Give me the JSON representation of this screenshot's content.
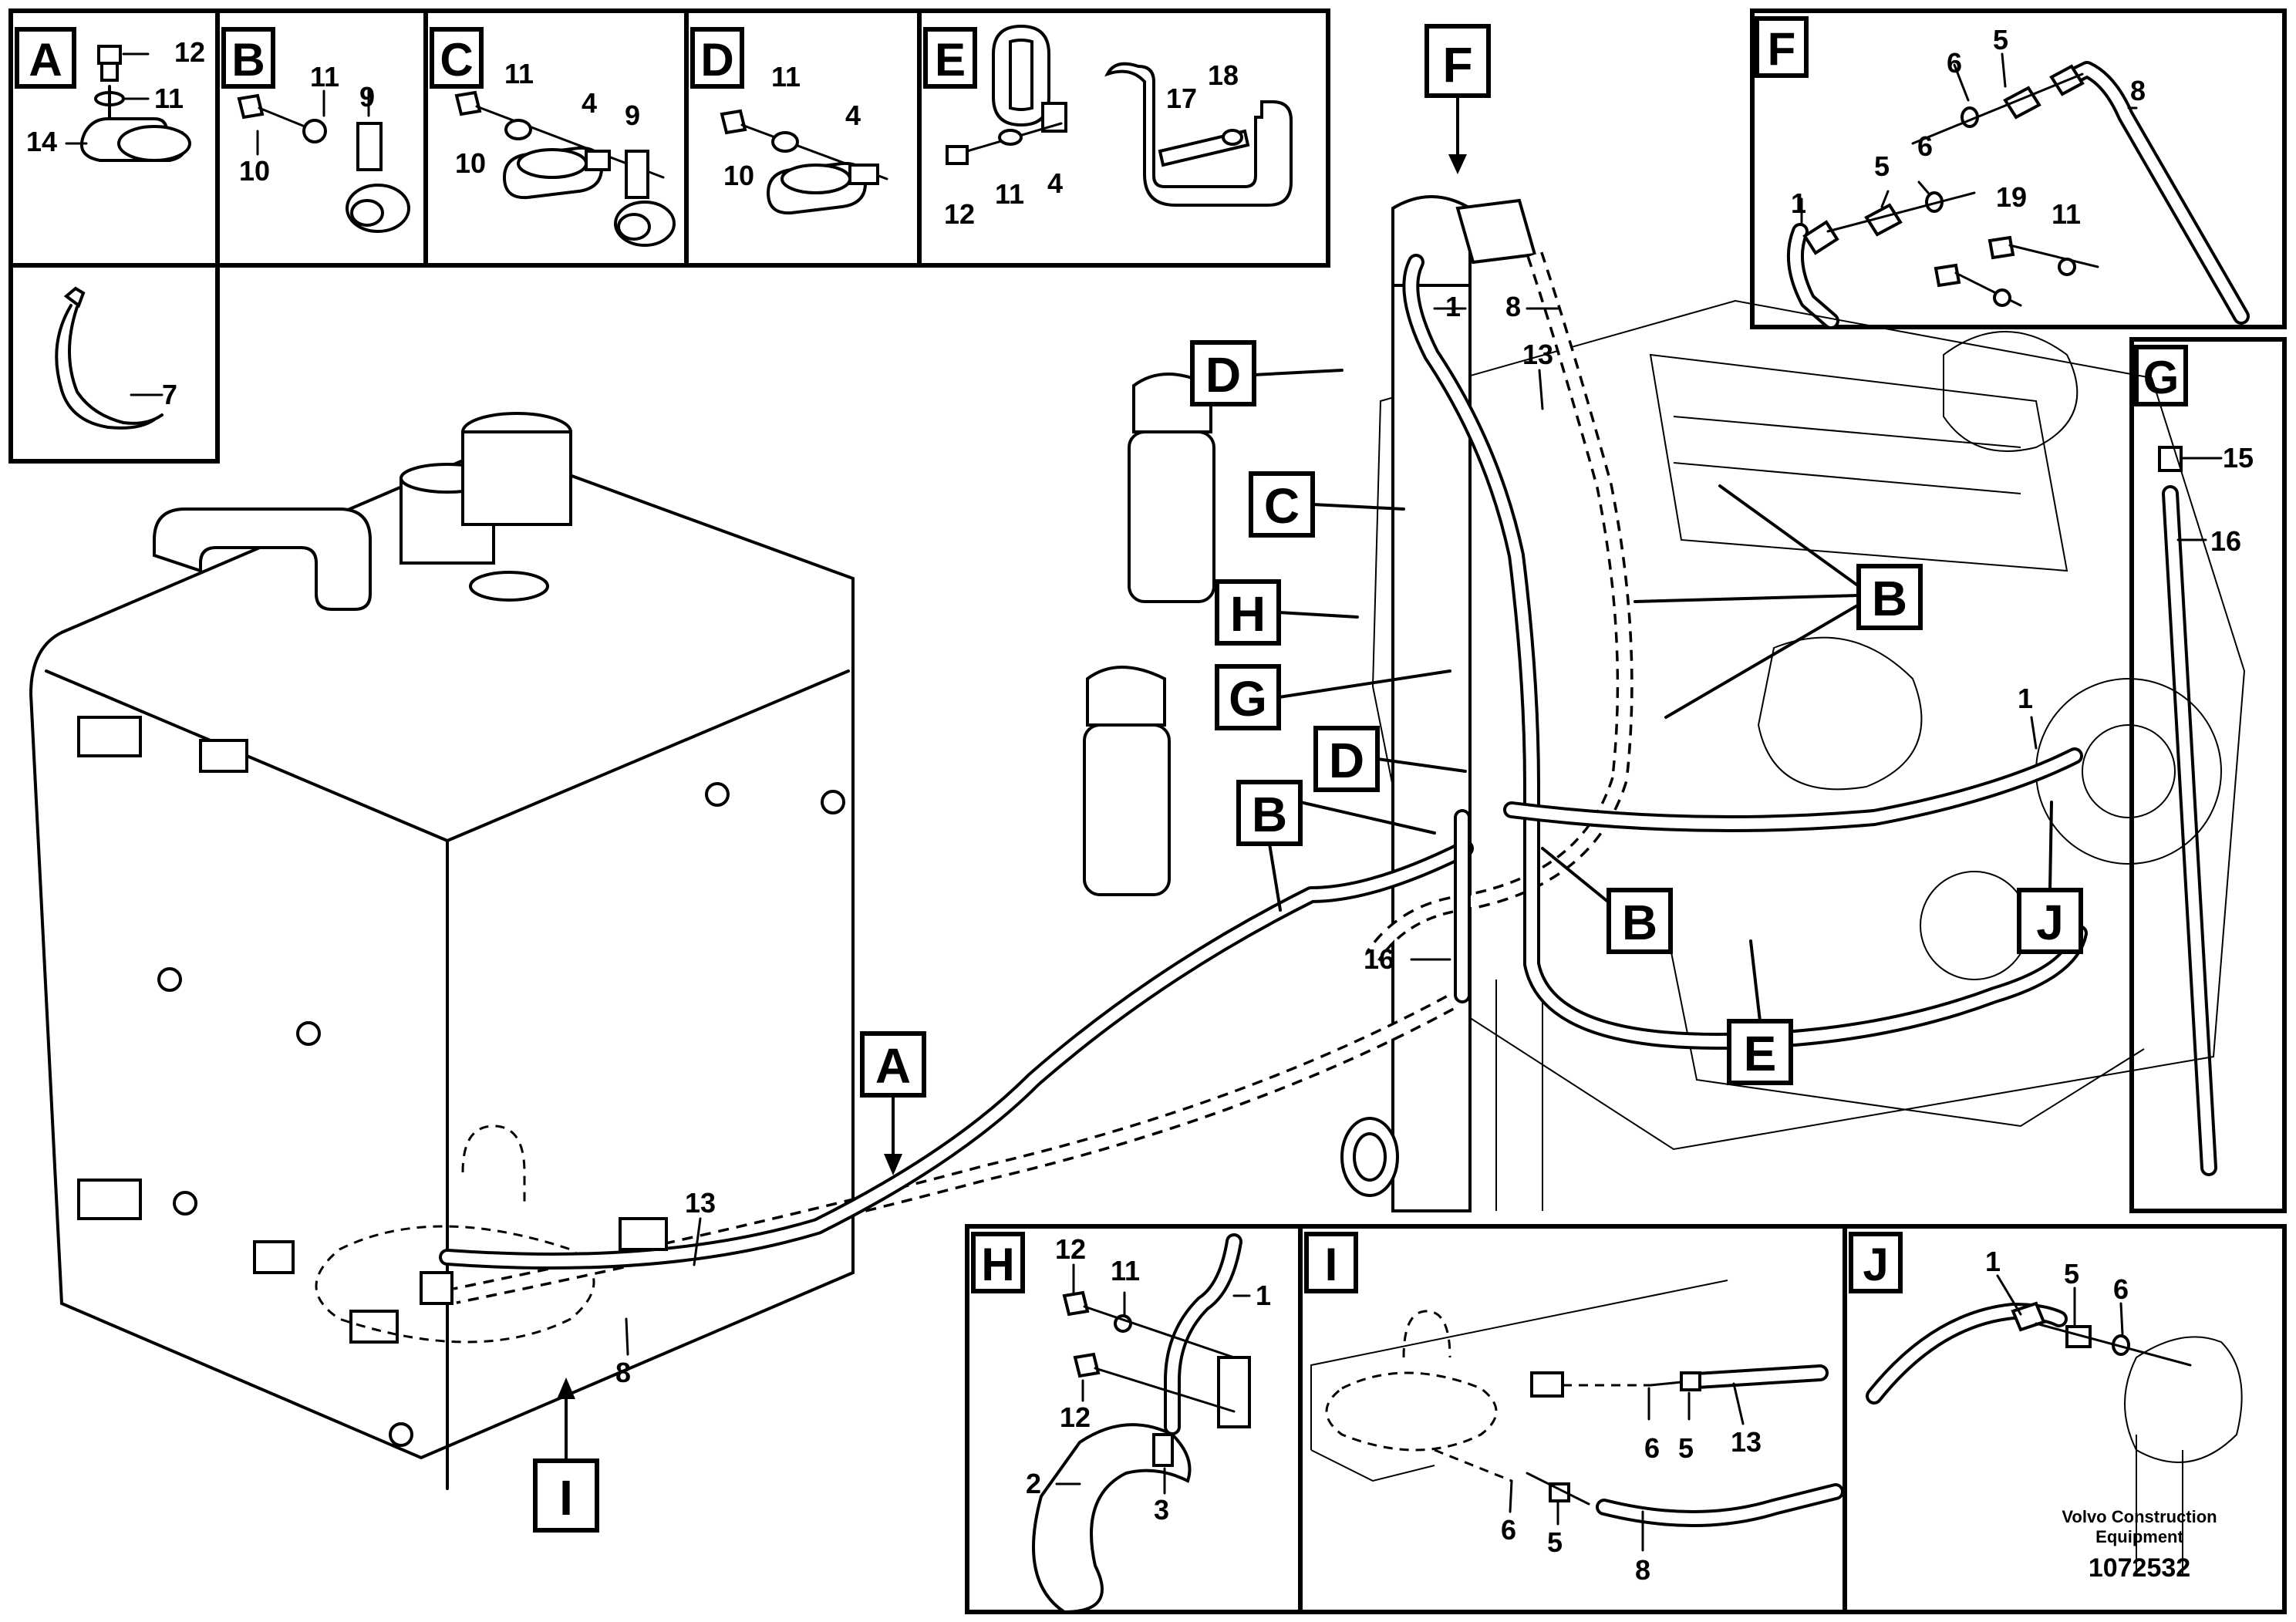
{
  "panels": {
    "A": {
      "letter": "A",
      "parts": [
        "12",
        "11",
        "14"
      ]
    },
    "B": {
      "letter": "B",
      "parts": [
        "11",
        "9",
        "10"
      ]
    },
    "C": {
      "letter": "C",
      "parts": [
        "11",
        "4",
        "9",
        "10"
      ]
    },
    "D": {
      "letter": "D",
      "parts": [
        "11",
        "4",
        "10"
      ]
    },
    "E": {
      "letter": "E",
      "parts": [
        "18",
        "17",
        "12",
        "11",
        "4"
      ]
    },
    "tie": {
      "parts": [
        "7"
      ]
    },
    "F": {
      "letter": "F",
      "parts": [
        "5",
        "6",
        "8",
        "5",
        "6",
        "1",
        "19",
        "11"
      ]
    },
    "G": {
      "letter": "G",
      "parts": [
        "15",
        "16"
      ]
    },
    "H": {
      "letter": "H",
      "parts": [
        "12",
        "11",
        "1",
        "12",
        "2",
        "3"
      ]
    },
    "I": {
      "letter": "I",
      "parts": [
        "6",
        "5",
        "13",
        "6",
        "5",
        "8"
      ]
    },
    "J": {
      "letter": "J",
      "parts": [
        "1",
        "5",
        "6"
      ]
    }
  },
  "main": {
    "tags": [
      "F",
      "D",
      "C",
      "H",
      "G",
      "B",
      "D",
      "B",
      "B",
      "J",
      "A",
      "E",
      "I"
    ],
    "parts": [
      "1",
      "8",
      "13",
      "1",
      "16",
      "13",
      "8"
    ]
  },
  "footer": {
    "brand_line1": "Volvo Construction",
    "brand_line2": "Equipment",
    "drawing_number": "1072532"
  },
  "colors": {
    "ink": "#000000",
    "paper": "#ffffff"
  }
}
